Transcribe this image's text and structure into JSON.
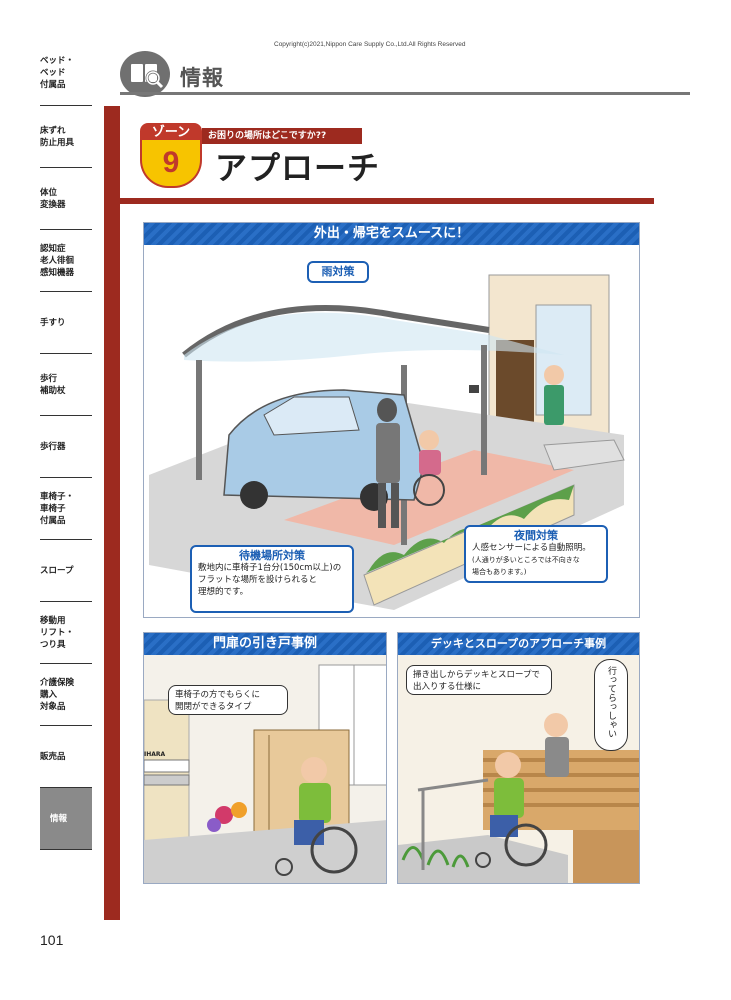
{
  "copyright": "Copyright(c)2021,Nippon Care Supply Co.,Ltd.All Rights Reserved",
  "sidebar": {
    "items": [
      {
        "label": "ベッド・\nベッド\n付属品"
      },
      {
        "label": "床ずれ\n防止用具"
      },
      {
        "label": "体位\n変換器"
      },
      {
        "label": "認知症\n老人徘徊\n感知機器"
      },
      {
        "label": "手すり"
      },
      {
        "label": "歩行\n補助杖"
      },
      {
        "label": "歩行器"
      },
      {
        "label": "車椅子・\n車椅子\n付属品"
      },
      {
        "label": "スロープ"
      },
      {
        "label": "移動用\nリフト・\nつり具"
      },
      {
        "label": "介護保険\n購入\n対象品"
      },
      {
        "label": "販売品"
      },
      {
        "label": "情報"
      }
    ],
    "active_index": 12
  },
  "header": {
    "title": "情報",
    "icon": "book-magnifier-icon"
  },
  "zone": {
    "label": "ゾーン",
    "number": "9",
    "ribbon": "お困りの場所はどこですか??",
    "title": "アプローチ"
  },
  "main_panel": {
    "heading": "外出・帰宅をスムースに！",
    "callouts": {
      "rain": {
        "title": "雨対策"
      },
      "waiting": {
        "title": "待機場所対策",
        "text": "敷地内に車椅子1台分(150cm以上)の\nフラットな場所を設けられると\n理想的です。"
      },
      "night": {
        "title": "夜間対策",
        "text": "人感センサーによる自動照明。",
        "note": "(人通りが多いところでは不向きな\n場合もあります。)"
      }
    }
  },
  "gate_panel": {
    "heading": "門扉の引き戸事例",
    "bubble": "車椅子の方でもらくに\n開閉ができるタイプ",
    "nameplate": "IHARA"
  },
  "deck_panel": {
    "heading": "デッキとスロープのアプローチ事例",
    "bubble": "掃き出しからデッキとスロープで\n出入りする仕様に",
    "speech": "行ってらっしゃい"
  },
  "page_number": "101",
  "colors": {
    "accent_red": "#9d2a1f",
    "accent_blue": "#1c5fb4",
    "zone_yellow": "#f7c400",
    "nav_active": "#8a8a8a"
  }
}
